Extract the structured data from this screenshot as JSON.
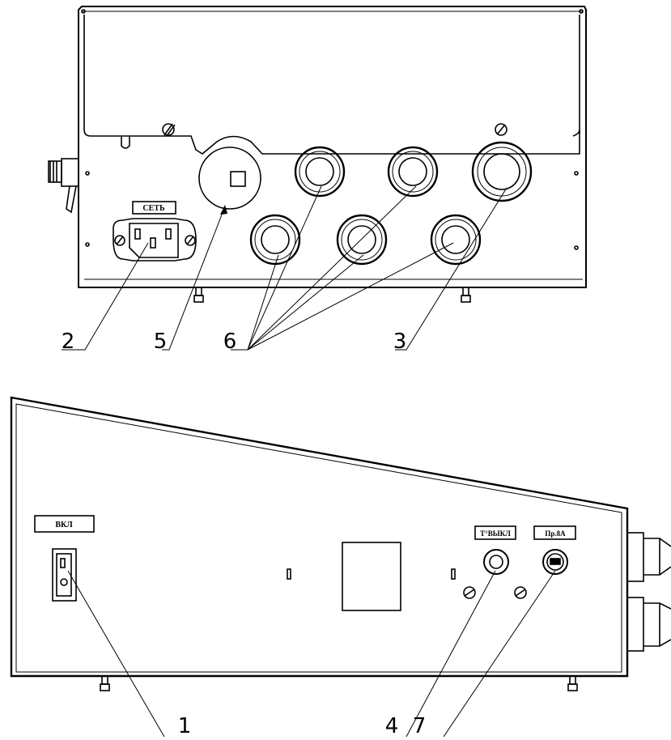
{
  "top_view": {
    "mains_plate": "СЕТЬ"
  },
  "front_view": {
    "power_plate": "ВКЛ",
    "temp_switch_plate": "Т°ВЫКЛ",
    "fuse_plate": "Пр.8А"
  },
  "callouts": {
    "c1": "1",
    "c2": "2",
    "c3": "3",
    "c4": "4",
    "c5": "5",
    "c6": "6",
    "c7": "7"
  },
  "colors": {
    "line": "#000000",
    "background": "#ffffff"
  }
}
